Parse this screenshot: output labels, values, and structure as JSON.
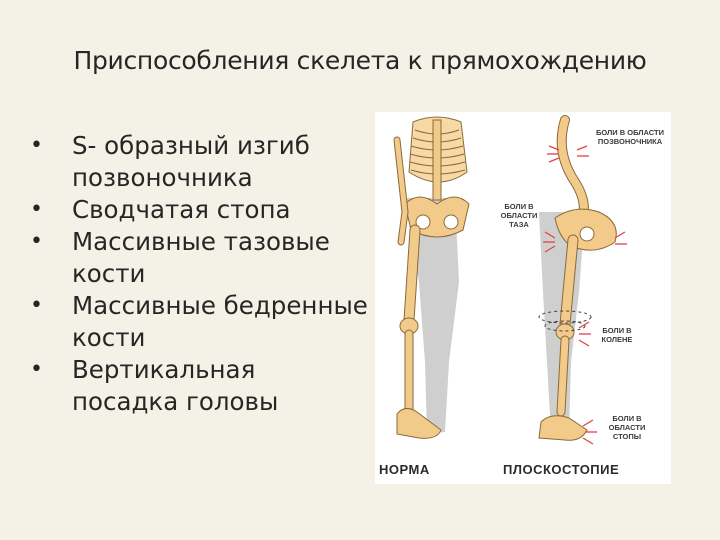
{
  "slide": {
    "title": "Приспособления скелета к прямохождению",
    "bullets": [
      "S- образный изгиб позвоночника",
      "Сводчатая стопа",
      "Массивные тазовые кости",
      "Массивные бедренные кости",
      "Вертикальная посадка головы"
    ]
  },
  "figure": {
    "label_left": "НОРМА",
    "label_right": "ПЛОСКОСТОПИЕ",
    "pain_spine": "БОЛИ В ОБЛАСТИ ПОЗВОНОЧНИКА",
    "pain_pelvis": "БОЛИ В ОБЛАСТИ ТАЗА",
    "pain_knee": "БОЛИ В КОЛЕНЕ",
    "pain_foot": "БОЛИ В ОБЛАСТИ СТОПЫ",
    "colors": {
      "bone": "#f2ca8a",
      "bone_outline": "#8a6a3a",
      "leg_shadow": "#c9c9c9",
      "pain": "#e0424a"
    }
  }
}
